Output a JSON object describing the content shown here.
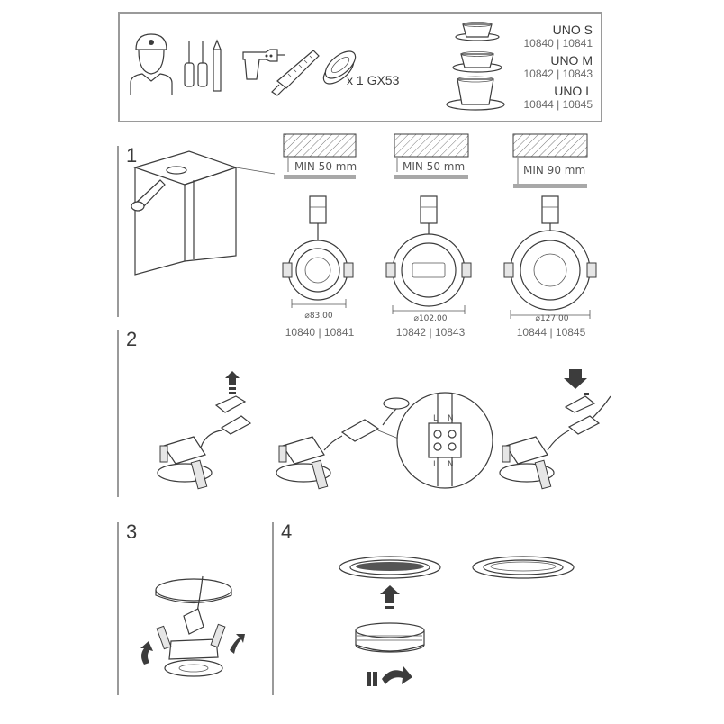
{
  "header": {
    "quantity_text": "x 1 GX53",
    "models": [
      {
        "name": "UNO S",
        "codes": "10840 | 10841"
      },
      {
        "name": "UNO M",
        "codes": "10842 | 10843"
      },
      {
        "name": "UNO L",
        "codes": "10844 | 10845"
      }
    ],
    "tool_icons": [
      "installer-icon",
      "screwdrivers-icon",
      "pencil-icon",
      "drill-icon",
      "saw-icon",
      "lamp-unit-icon"
    ]
  },
  "steps": {
    "step1": {
      "number": "1",
      "min_labels": [
        "MIN 50 mm",
        "MIN 50 mm",
        "MIN 90 mm"
      ],
      "diameters": [
        "⌀83.00",
        "⌀102.00",
        "⌀127.00"
      ],
      "codes": [
        "10840 | 10841",
        "10842 | 10843",
        "10844 | 10845"
      ]
    },
    "step2": {
      "number": "2",
      "terminal_labels": {
        "top_l": "L",
        "top_n": "N",
        "bot_l": "L",
        "bot_n": "N"
      }
    },
    "step3": {
      "number": "3"
    },
    "step4": {
      "number": "4"
    }
  },
  "colors": {
    "line": "#3c3c3c",
    "frame": "#9a9a9a",
    "accent_bar": "#a8a8a8"
  }
}
